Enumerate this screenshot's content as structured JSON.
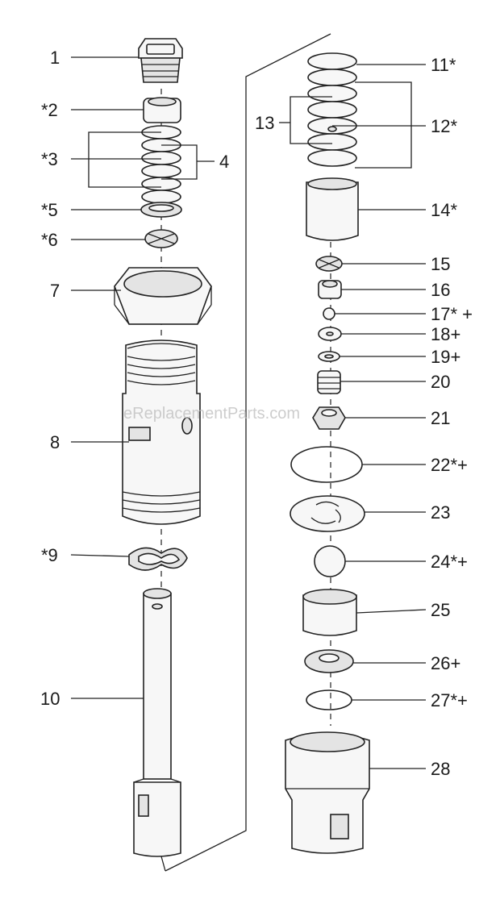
{
  "watermark": "eReplacementParts.com",
  "labels": {
    "p1": "1",
    "p2": "*2",
    "p3": "*3",
    "p4": "4",
    "p5": "*5",
    "p6": "*6",
    "p7": "7",
    "p8": "8",
    "p9": "*9",
    "p10": "10",
    "p11": "11*",
    "p12": "12*",
    "p13": "13",
    "p14": "14*",
    "p15": "15",
    "p16": "16",
    "p17": "17* +",
    "p18": "18+",
    "p19": "19+",
    "p20": "20",
    "p21": "21",
    "p22": "22*+",
    "p23": "23",
    "p24": "24*+",
    "p25": "25",
    "p26": "26+",
    "p27": "27*+",
    "p28": "28"
  }
}
